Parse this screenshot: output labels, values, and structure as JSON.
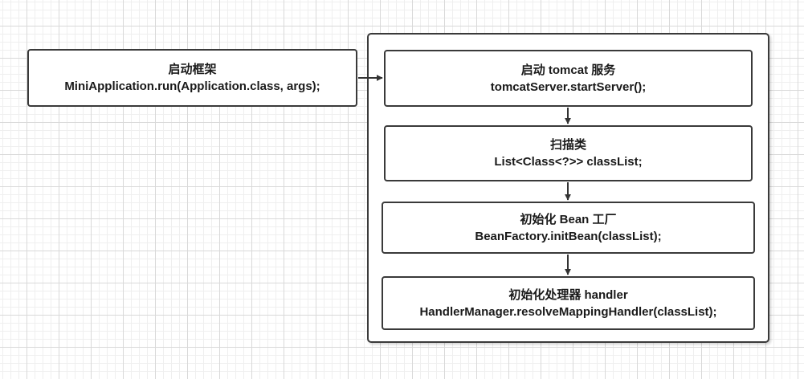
{
  "diagram": {
    "entry": {
      "title": "启动框架",
      "code": "MiniApplication.run(Application.class, args);"
    },
    "steps": [
      {
        "title": "启动 tomcat 服务",
        "code": "tomcatServer.startServer();"
      },
      {
        "title": "扫描类",
        "code": "List<Class<?>> classList;"
      },
      {
        "title": "初始化 Bean 工厂",
        "code": "BeanFactory.initBean(classList);"
      },
      {
        "title": "初始化处理器 handler",
        "code": "HandlerManager.resolveMappingHandler(classList);"
      }
    ]
  }
}
